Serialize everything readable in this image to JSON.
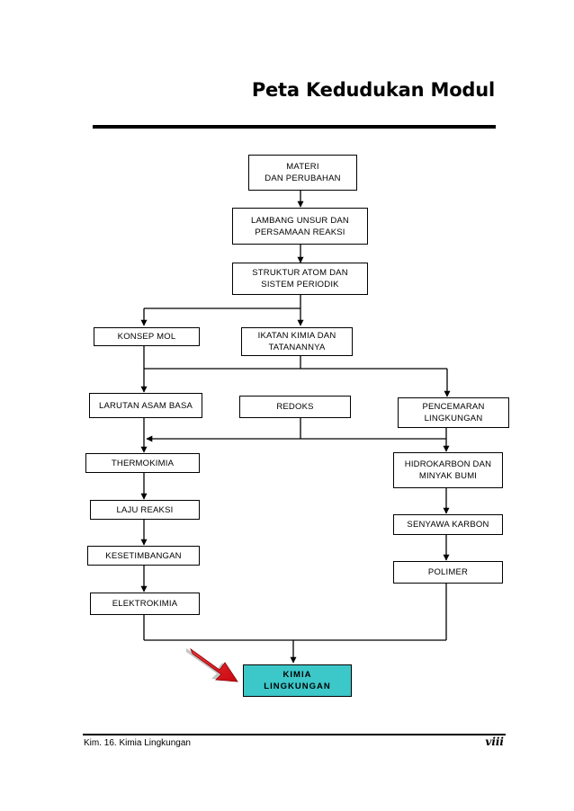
{
  "title": "Peta Kedudukan Modul",
  "boxes": {
    "materi": "MATERI\nDAN PERUBAHAN",
    "lambang": "LAMBANG UNSUR DAN\nPERSAMAAN REAKSI",
    "struktur": "STRUKTUR ATOM DAN\nSISTEM PERIODIK",
    "konsep_mol": "KONSEP MOL",
    "ikatan": "IKATAN KIMIA DAN\nTATANANNYA",
    "larutan": "LARUTAN ASAM BASA",
    "redoks": "REDOKS",
    "pencemaran": "PENCEMARAN\nLINGKUNGAN",
    "thermokimia": "THERMOKIMIA",
    "hidrokarbon": "HIDROKARBON DAN\nMINYAK BUMI",
    "laju": "LAJU REAKSI",
    "senyawa": "SENYAWA KARBON",
    "kesetimbangan": "KESETIMBANGAN",
    "polimer": "POLIMER",
    "elektrokimia": "ELEKTROKIMIA",
    "kimia_lingkungan": "KIMIA\nLINGKUNGAN"
  },
  "colors": {
    "final_box": "#3cc7c9",
    "pointer_arrow": "#e8141b"
  },
  "footer": {
    "module": "Kim.  16.  Kimia Lingkungan",
    "page": "viii"
  }
}
